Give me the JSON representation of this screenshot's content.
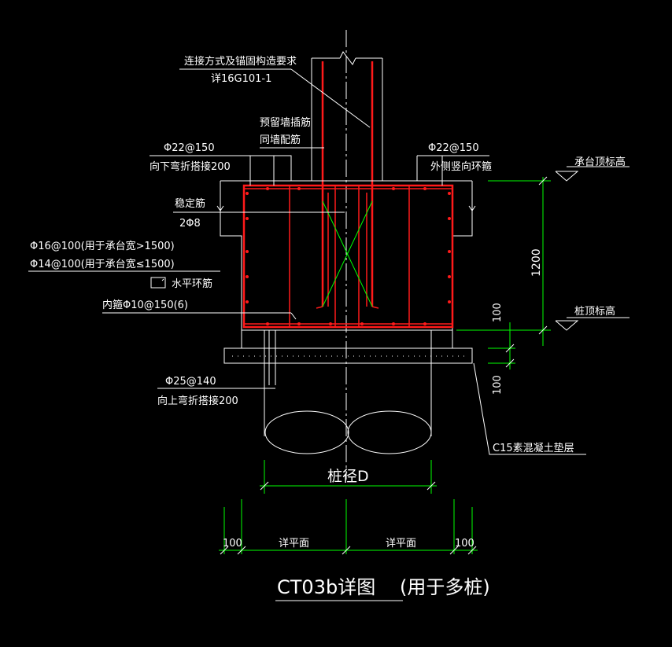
{
  "labels": {
    "connection_1": "连接方式及锚固构造要求",
    "connection_2": "详16G101-1",
    "wall_dowel_1": "预留墙插筋",
    "wall_dowel_2": "同墙配筋",
    "top_left_bar": "Φ22@150",
    "top_left_note": "向下弯折搭接200",
    "top_right_bar": "Φ22@150",
    "top_right_note": "外侧竖向环箍",
    "stabilizer_1": "稳定筋",
    "stabilizer_2": "2Φ8",
    "horizontal_1": "Φ16@100(用于承台宽>1500)",
    "horizontal_2": "Φ14@100(用于承台宽≤1500)",
    "ring_legend": "水平环筋",
    "stirrup": "内箍Φ10@150(6)",
    "bottom_bar": "Φ25@140",
    "bottom_note": "向上弯折搭接200",
    "cap_top_elev": "承台顶标高",
    "pile_top_elev": "桩顶标高",
    "dim_1200": "1200",
    "dim_100_upper": "100",
    "dim_100_lower": "100",
    "pad_label": "C15素混凝土垫层",
    "pile_diameter": "桩径D",
    "dim_left_100": "100",
    "dim_left_plan": "详平面",
    "dim_right_plan": "详平面",
    "dim_right_100": "100",
    "title": "CT03b详图",
    "subtitle": "(用于多桩)"
  },
  "colors": {
    "background": "#000000",
    "linework": "#ffffff",
    "rebar": "#ff1a1a",
    "dimension": "#00ff00"
  }
}
